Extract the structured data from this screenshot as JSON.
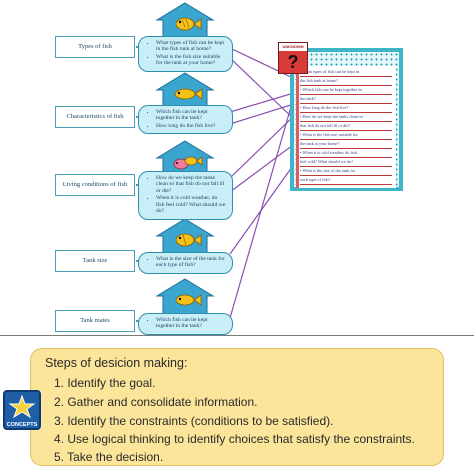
{
  "labels": [
    {
      "text": "Types of fish"
    },
    {
      "text": "Characteristics of fish"
    },
    {
      "text": "Living conditions of fish"
    },
    {
      "text": "Tank size"
    },
    {
      "text": "Tank mates"
    }
  ],
  "bubbles": [
    {
      "items": [
        "What types of fish can be kept in the fish tank at home?",
        "What is the fish size suitable for the tank at your home?"
      ]
    },
    {
      "items": [
        "Which fish can be kept together in the tank?",
        "How long do the fish live?"
      ]
    },
    {
      "items": [
        "How do we keep the tanks clean so that fish do not fall ill or die?",
        "When it is cold weather, do fish feel cold? What should we do?"
      ]
    },
    {
      "items": [
        "What is the size of the tank for each type of fish?"
      ]
    },
    {
      "items": [
        "Which fish can be kept together in the tank?"
      ]
    }
  ],
  "unknown": {
    "heading": "UNKNOWN",
    "symbol": "?"
  },
  "list_lines": [
    "•  What types of fish can be kept in",
    "   the fish tank at home?",
    "•  Which fish can be kept together in",
    "   the tank?",
    "•  How long do the fish live?",
    "•  How do we keep the tanks clean so",
    "   that fish do not fall ill or die?",
    "•  What is the fish size suitable for",
    "   the tank at your home?",
    "•  When it is cold weather, do fish",
    "   feel cold? What should we do?",
    "•  What is the size of the tank for",
    "   each type of fish?"
  ],
  "concepts": {
    "title": "Steps of desicion making:",
    "steps": [
      "1.  Identify the goal.",
      "2.  Gather and consolidate information.",
      "3.  Identify the constraints (conditions to be satisfied).",
      "4.  Use logical thinking to identify choices that satisfy the constraints.",
      "5.  Take the decision."
    ],
    "badge_label": "CONCEPTS"
  },
  "colors": {
    "label_border": "#4a9fb8",
    "bubble_fill": "#c9eef8",
    "house_fill": "#3aa6d0",
    "connector_line": "#8a4fb0",
    "concepts_fill": "#fbe59a"
  }
}
